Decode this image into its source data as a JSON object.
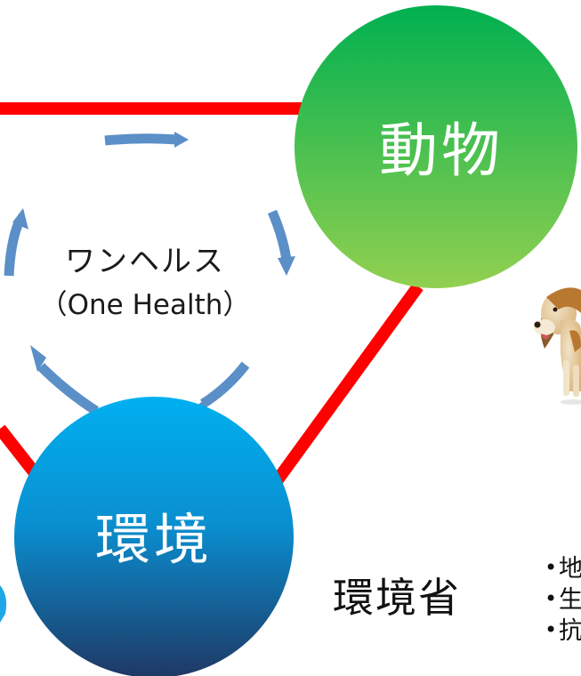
{
  "nodes": {
    "animal": {
      "label": "動物",
      "gradient_top": "#00b050",
      "gradient_bottom": "#92d050"
    },
    "environment": {
      "label": "環境",
      "gradient_top": "#00b0f0",
      "gradient_bottom": "#1f3864"
    }
  },
  "center": {
    "line1": "ワンヘルス",
    "line2": "（One Health）",
    "arrow_color": "#5b8fc7"
  },
  "connector_color": "#ff0000",
  "ministry_label": "環境省",
  "bullets": [
    {
      "marker": "•",
      "text": "地"
    },
    {
      "marker": "•",
      "text": "生"
    },
    {
      "marker": "•",
      "text": "抗"
    }
  ],
  "images": {
    "dog": "dog-illustration"
  }
}
